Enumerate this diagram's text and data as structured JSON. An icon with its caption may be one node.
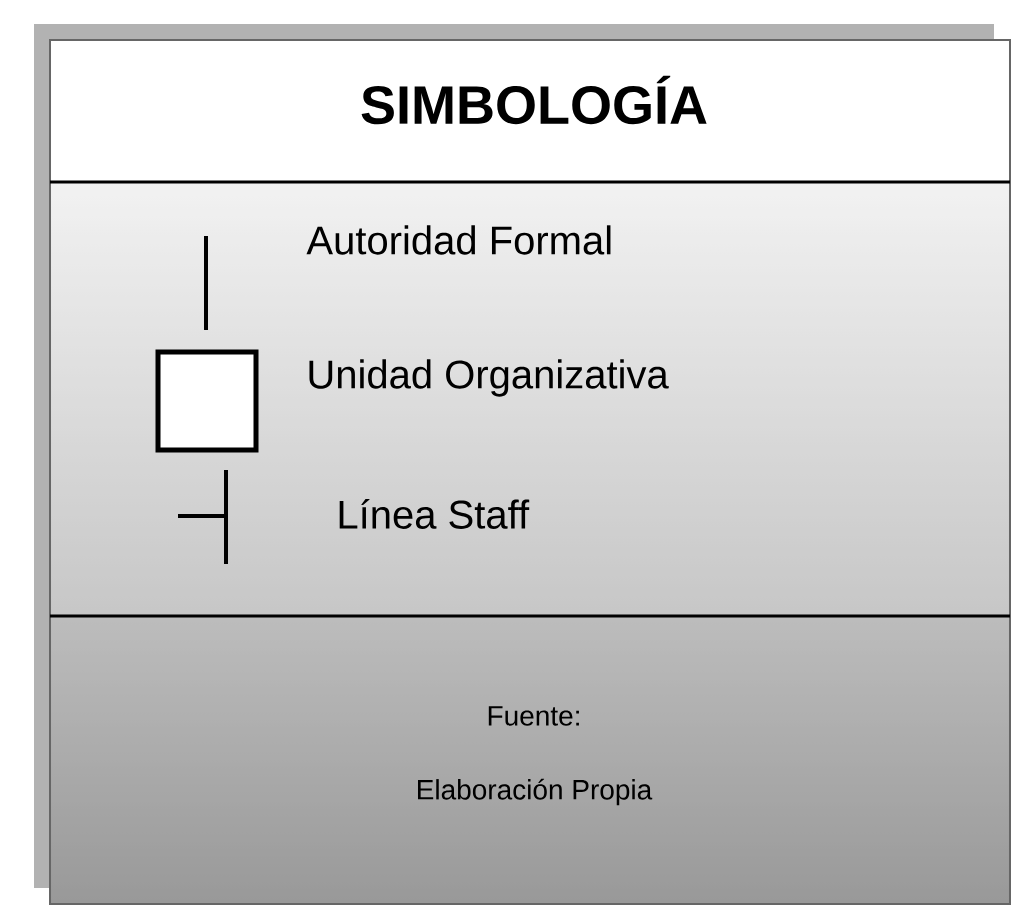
{
  "diagram": {
    "title": "SIMBOLOGÍA",
    "legend": [
      {
        "text": "Autoridad Formal"
      },
      {
        "text": "Unidad Organizativa"
      },
      {
        "text": "Línea Staff"
      }
    ],
    "labels": [
      "Fuente:",
      "Elaboración Propia"
    ]
  }
}
